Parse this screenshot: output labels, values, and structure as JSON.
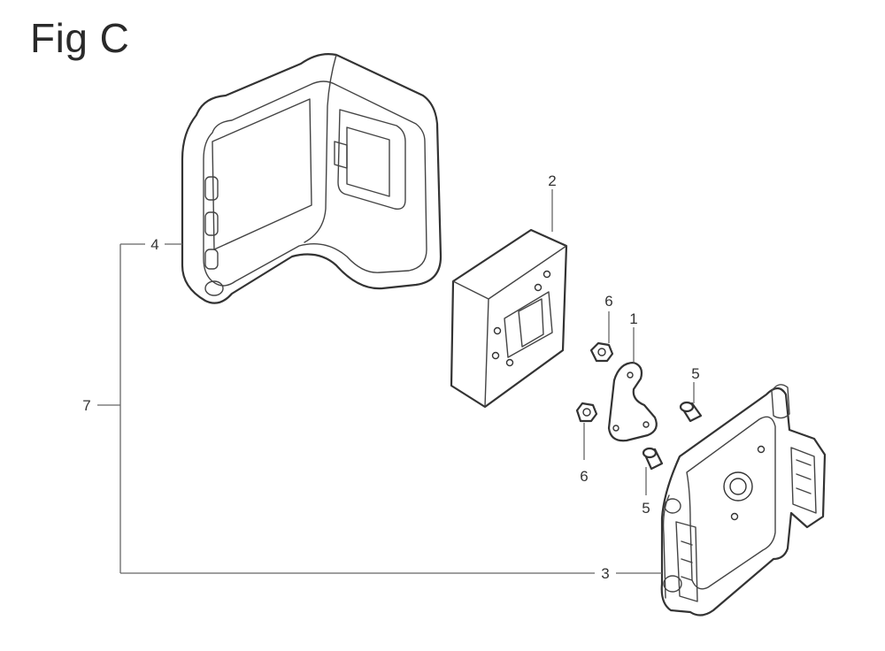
{
  "figure": {
    "title": "Fig C"
  },
  "callouts": {
    "p1": "1",
    "p2": "2",
    "p3": "3",
    "p4": "4",
    "p5a": "5",
    "p5b": "5",
    "p6a": "6",
    "p6b": "6",
    "p7": "7"
  },
  "colors": {
    "line": "#333333",
    "leader": "#666666",
    "background": "#ffffff"
  }
}
